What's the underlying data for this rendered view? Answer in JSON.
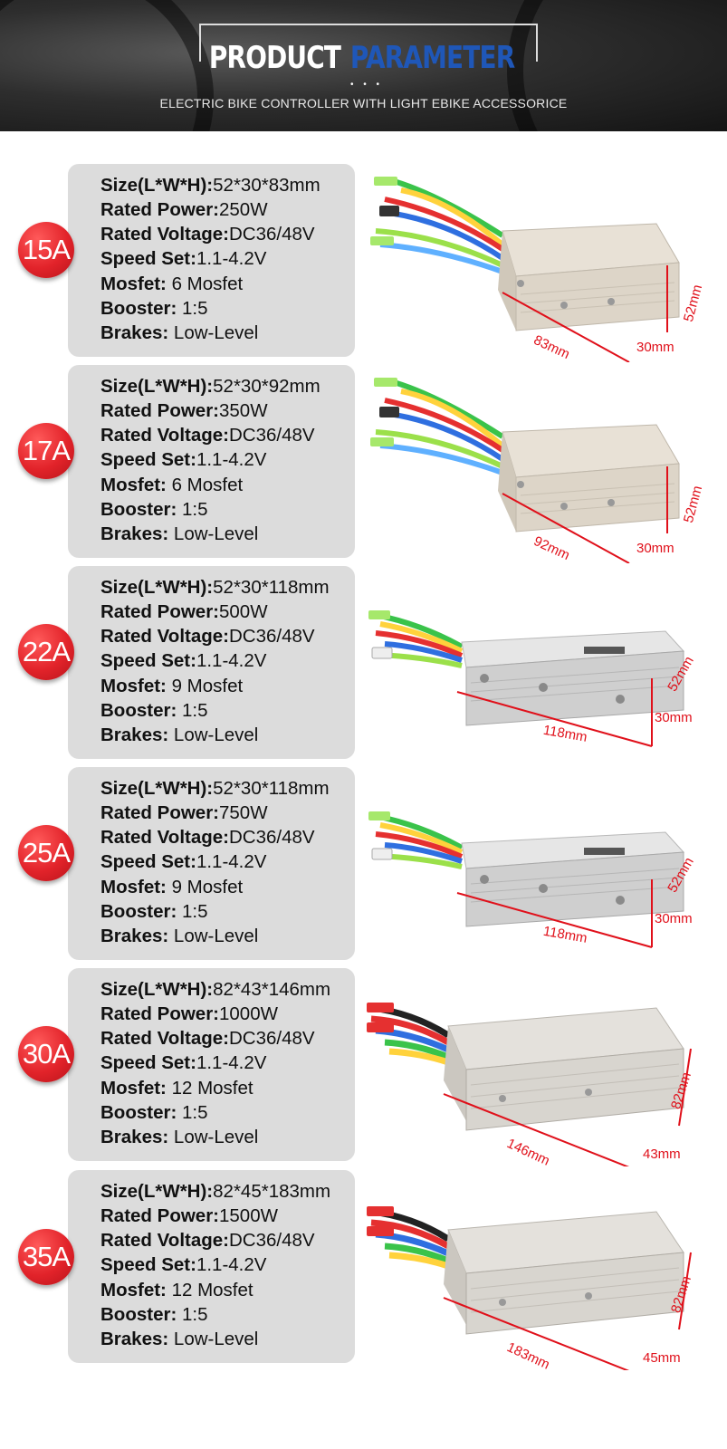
{
  "header": {
    "title_main": "PRODUCT",
    "title_accent": "PARAMETER",
    "dots": "• • •",
    "subtitle": "ELECTRIC BIKE CONTROLLER  WITH LIGHT EBIKE ACCESSORICE"
  },
  "labels": {
    "size": "Size(L*W*H):",
    "power": "Rated Power:",
    "voltage": "Rated Voltage:",
    "speed": "Speed Set:",
    "mosfet": "Mosfet:",
    "booster": "Booster:",
    "brakes": "Brakes:"
  },
  "colors": {
    "badge_red": "#e2232a",
    "accent_blue": "#1f57b8",
    "dimension_red": "#e0101a",
    "card_gray": "#dcdcdc"
  },
  "products": [
    {
      "badge": "15A",
      "size": "52*30*83mm",
      "power": "250W",
      "voltage": "DC36/48V",
      "speed": "1.1-4.2V",
      "mosfet": " 6 Mosfet",
      "booster": " 1:5",
      "brakes": " Low-Level",
      "dim_l": "83mm",
      "dim_h": "52mm",
      "dim_w": "30mm"
    },
    {
      "badge": "17A",
      "size": "52*30*92mm",
      "power": "350W",
      "voltage": "DC36/48V",
      "speed": "1.1-4.2V",
      "mosfet": " 6 Mosfet",
      "booster": " 1:5",
      "brakes": " Low-Level",
      "dim_l": "92mm",
      "dim_h": "52mm",
      "dim_w": "30mm"
    },
    {
      "badge": "22A",
      "size": "52*30*118mm",
      "power": "500W",
      "voltage": "DC36/48V",
      "speed": "1.1-4.2V",
      "mosfet": " 9 Mosfet",
      "booster": " 1:5",
      "brakes": " Low-Level",
      "dim_l": "118mm",
      "dim_h": "52mm",
      "dim_w": "30mm"
    },
    {
      "badge": "25A",
      "size": "52*30*118mm",
      "power": "750W",
      "voltage": "DC36/48V",
      "speed": "1.1-4.2V",
      "mosfet": " 9 Mosfet",
      "booster": " 1:5",
      "brakes": " Low-Level",
      "dim_l": "118mm",
      "dim_h": "52mm",
      "dim_w": "30mm"
    },
    {
      "badge": "30A",
      "size": "82*43*146mm",
      "power": "1000W",
      "voltage": "DC36/48V",
      "speed": "1.1-4.2V",
      "mosfet": " 12 Mosfet",
      "booster": " 1:5",
      "brakes": " Low-Level",
      "dim_l": "146mm",
      "dim_h": "82mm",
      "dim_w": "43mm"
    },
    {
      "badge": "35A",
      "size": "82*45*183mm",
      "power": "1500W",
      "voltage": "DC36/48V",
      "speed": "1.1-4.2V",
      "mosfet": " 12 Mosfet",
      "booster": " 1:5",
      "brakes": " Low-Level",
      "dim_l": "183mm",
      "dim_h": "82mm",
      "dim_w": "45mm"
    }
  ]
}
